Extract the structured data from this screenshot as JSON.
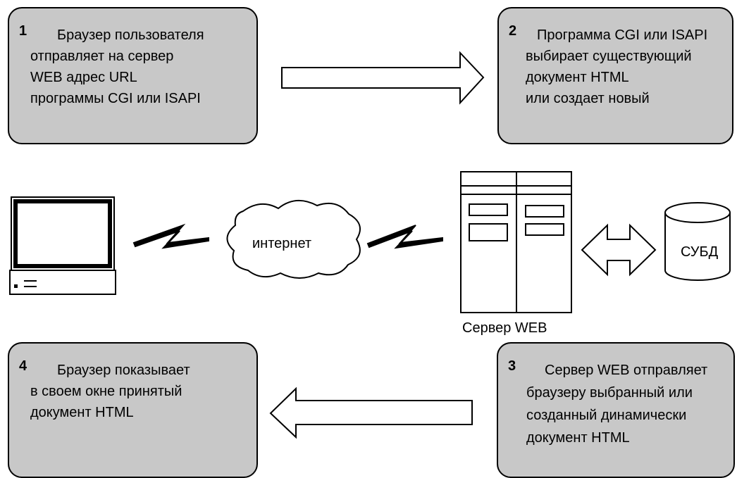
{
  "steps": [
    {
      "number": "1",
      "lines": [
        "Браузер пользователя",
        "отправляет на сервер",
        "WEB адрес URL",
        "программы CGI или ISAPI"
      ]
    },
    {
      "number": "2",
      "lines": [
        "Программа CGI или  ISAPI",
        "выбирает существующий",
        "документ HTML",
        "или создает новый"
      ]
    },
    {
      "number": "3",
      "lines": [
        "Сервер WEB отправляет",
        "браузеру выбранный или",
        "созданный динамически",
        "документ HTML"
      ]
    },
    {
      "number": "4",
      "lines": [
        "Браузер показывает",
        "в своем окне принятый",
        "документ HTML"
      ]
    }
  ],
  "internet_label": "интернет",
  "server_caption": "Сервер WEB",
  "dbms_label": "СУБД",
  "colors": {
    "box_fill": "#c8c8c8",
    "stroke": "#000000",
    "background": "#ffffff"
  }
}
